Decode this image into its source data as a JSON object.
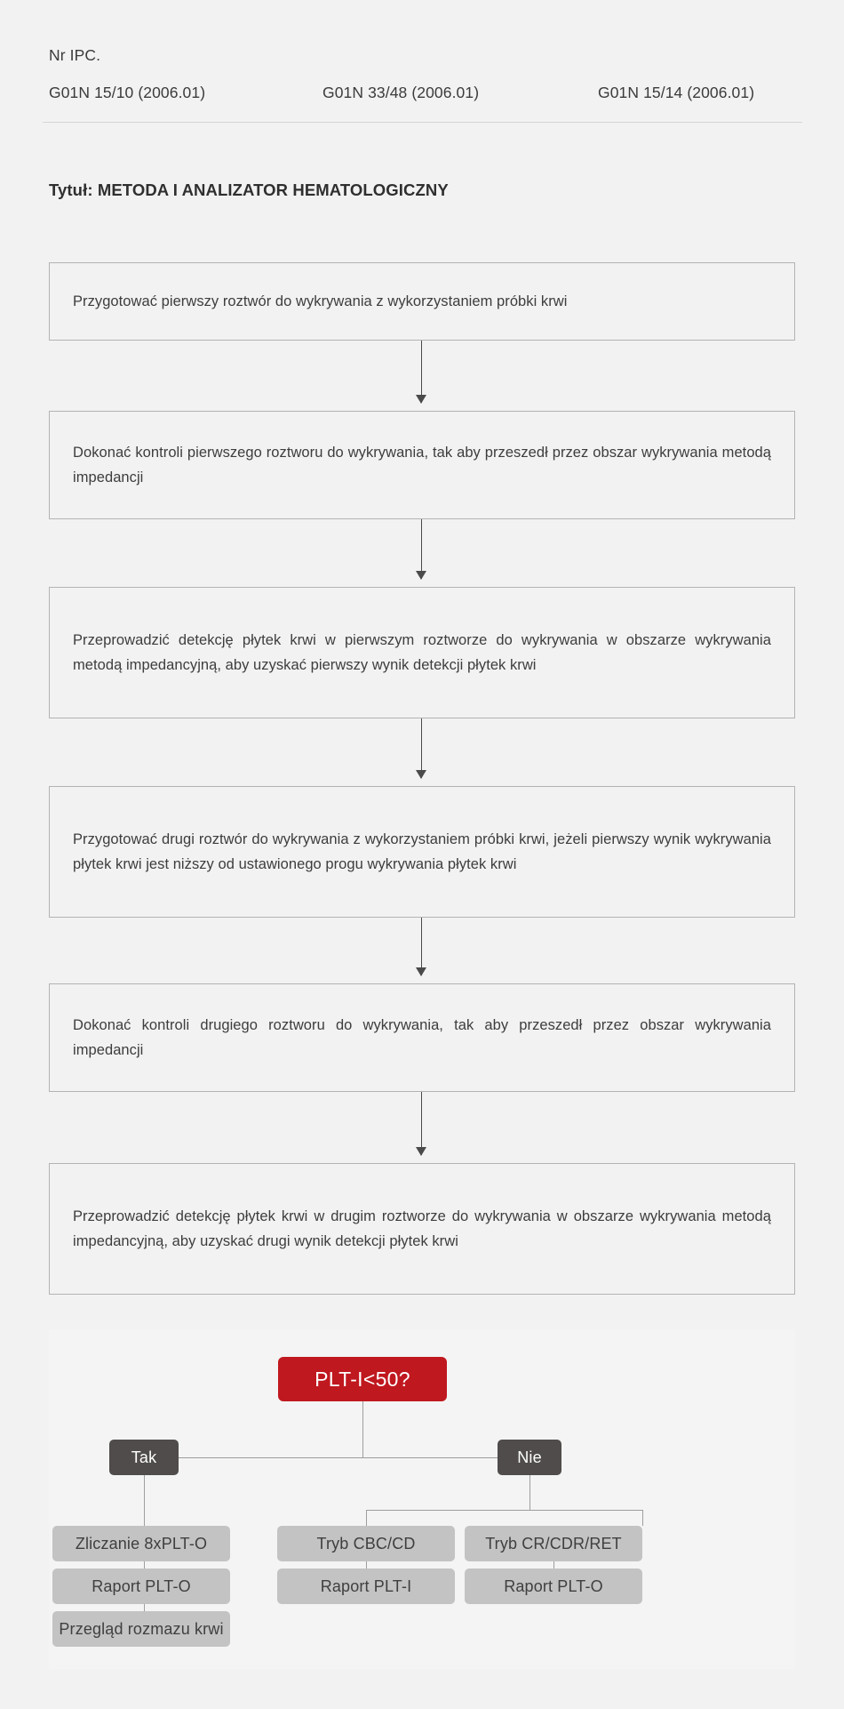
{
  "header": {
    "ipc_label": "Nr IPC.",
    "ipc_codes": [
      "G01N 15/10 (2006.01)",
      "G01N 33/48 (2006.01)",
      "G01N 15/14 (2006.01)"
    ]
  },
  "document": {
    "title": "Tytuł: METODA I ANALIZATOR HEMATOLOGICZNY"
  },
  "flow": {
    "steps": [
      {
        "id": "step-1",
        "text": "Przygotować pierwszy roztwór do wykrywania z wykorzystaniem próbki krwi"
      },
      {
        "id": "step-2",
        "text": "Dokonać kontroli pierwszego roztworu do wykrywania, tak aby przeszedł przez obszar wykrywania metodą impedancji"
      },
      {
        "id": "step-3",
        "text": "Przeprowadzić detekcję płytek krwi w pierwszym roztworze do wykrywania w obszarze wykrywania metodą impedancyjną, aby uzyskać pierwszy wynik detekcji płytek krwi"
      },
      {
        "id": "step-4",
        "text": "Przygotować drugi roztwór do wykrywania z wykorzystaniem próbki krwi, jeżeli pierwszy wynik wykrywania płytek krwi jest niższy od ustawionego progu wykrywania płytek krwi"
      },
      {
        "id": "step-5",
        "text": "Dokonać kontroli drugiego roztworu do wykrywania, tak aby przeszedł przez obszar wykrywania impedancji"
      },
      {
        "id": "step-6",
        "text": "Przeprowadzić detekcję płytek krwi w drugim roztworze do wykrywania w obszarze wykrywania metodą impedancyjną, aby uzyskać drugi wynik detekcji płytek krwi"
      }
    ]
  },
  "decision_tree": {
    "decision": "PLT-I<50?",
    "branches": {
      "yes": "Tak",
      "no": "Nie"
    },
    "results": {
      "yes_column": [
        "Zliczanie 8xPLT-O",
        "Raport PLT-O",
        "Przegląd rozmazu krwi"
      ],
      "no_column_left": [
        "Tryb CBC/CD",
        "Raport PLT-I"
      ],
      "no_column_right": [
        "Tryb CR/CDR/RET",
        "Raport PLT-O"
      ]
    }
  },
  "colors": {
    "page_background": "#f2f2f2",
    "decision_red": "#c0181f",
    "branch_dark": "#4f4c4b",
    "result_gray": "#c3c3c3",
    "box_border": "#b3b3b3",
    "connector": "#4a4a4a",
    "tree_connector": "#9e9e9e",
    "text": "#3d3d3d"
  }
}
